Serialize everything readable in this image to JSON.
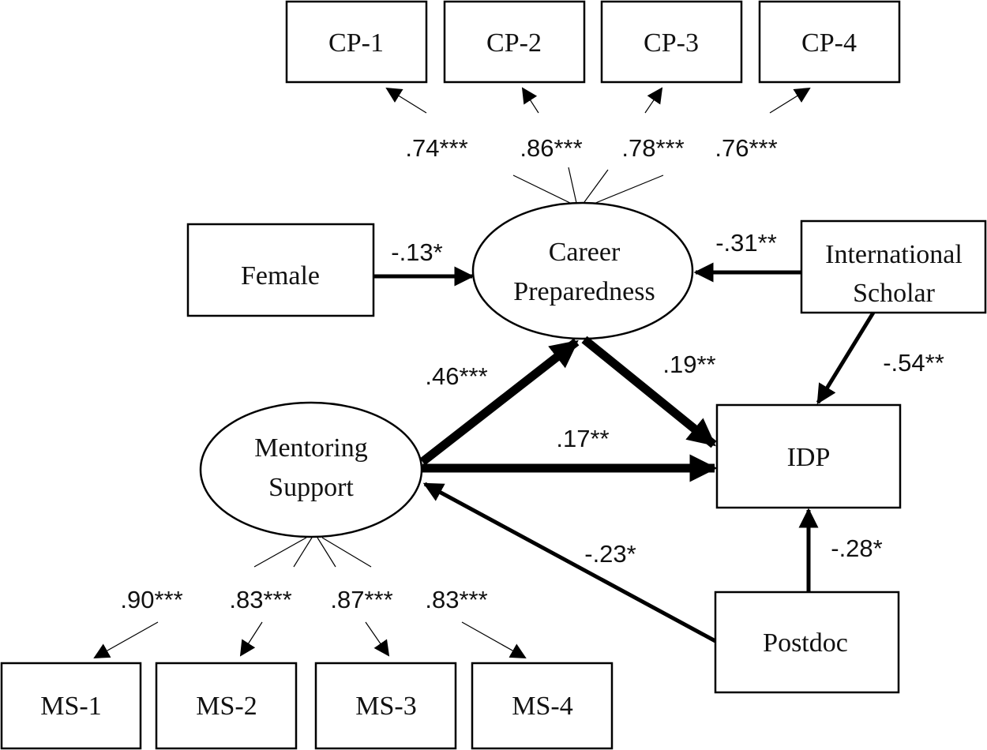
{
  "nodes": {
    "cp1": "CP-1",
    "cp2": "CP-2",
    "cp3": "CP-3",
    "cp4": "CP-4",
    "female": "Female",
    "career_preparedness": [
      "Career",
      "Preparedness"
    ],
    "international_scholar": [
      "International",
      "Scholar"
    ],
    "mentoring_support": [
      "Mentoring",
      "Support"
    ],
    "idp": "IDP",
    "postdoc": "Postdoc",
    "ms1": "MS-1",
    "ms2": "MS-2",
    "ms3": "MS-3",
    "ms4": "MS-4"
  },
  "loadings": {
    "cp1": ".74***",
    "cp2": ".86***",
    "cp3": ".78***",
    "cp4": ".76***",
    "ms1": ".90***",
    "ms2": ".83***",
    "ms3": ".87***",
    "ms4": ".83***"
  },
  "paths": {
    "female_to_cp": "-.13*",
    "intl_to_cp": "-.31**",
    "intl_to_idp": "-.54**",
    "ms_to_cp": ".46***",
    "cp_to_idp": ".19**",
    "ms_to_idp": ".17**",
    "postdoc_to_ms": "-.23*",
    "postdoc_to_idp": "-.28*"
  }
}
